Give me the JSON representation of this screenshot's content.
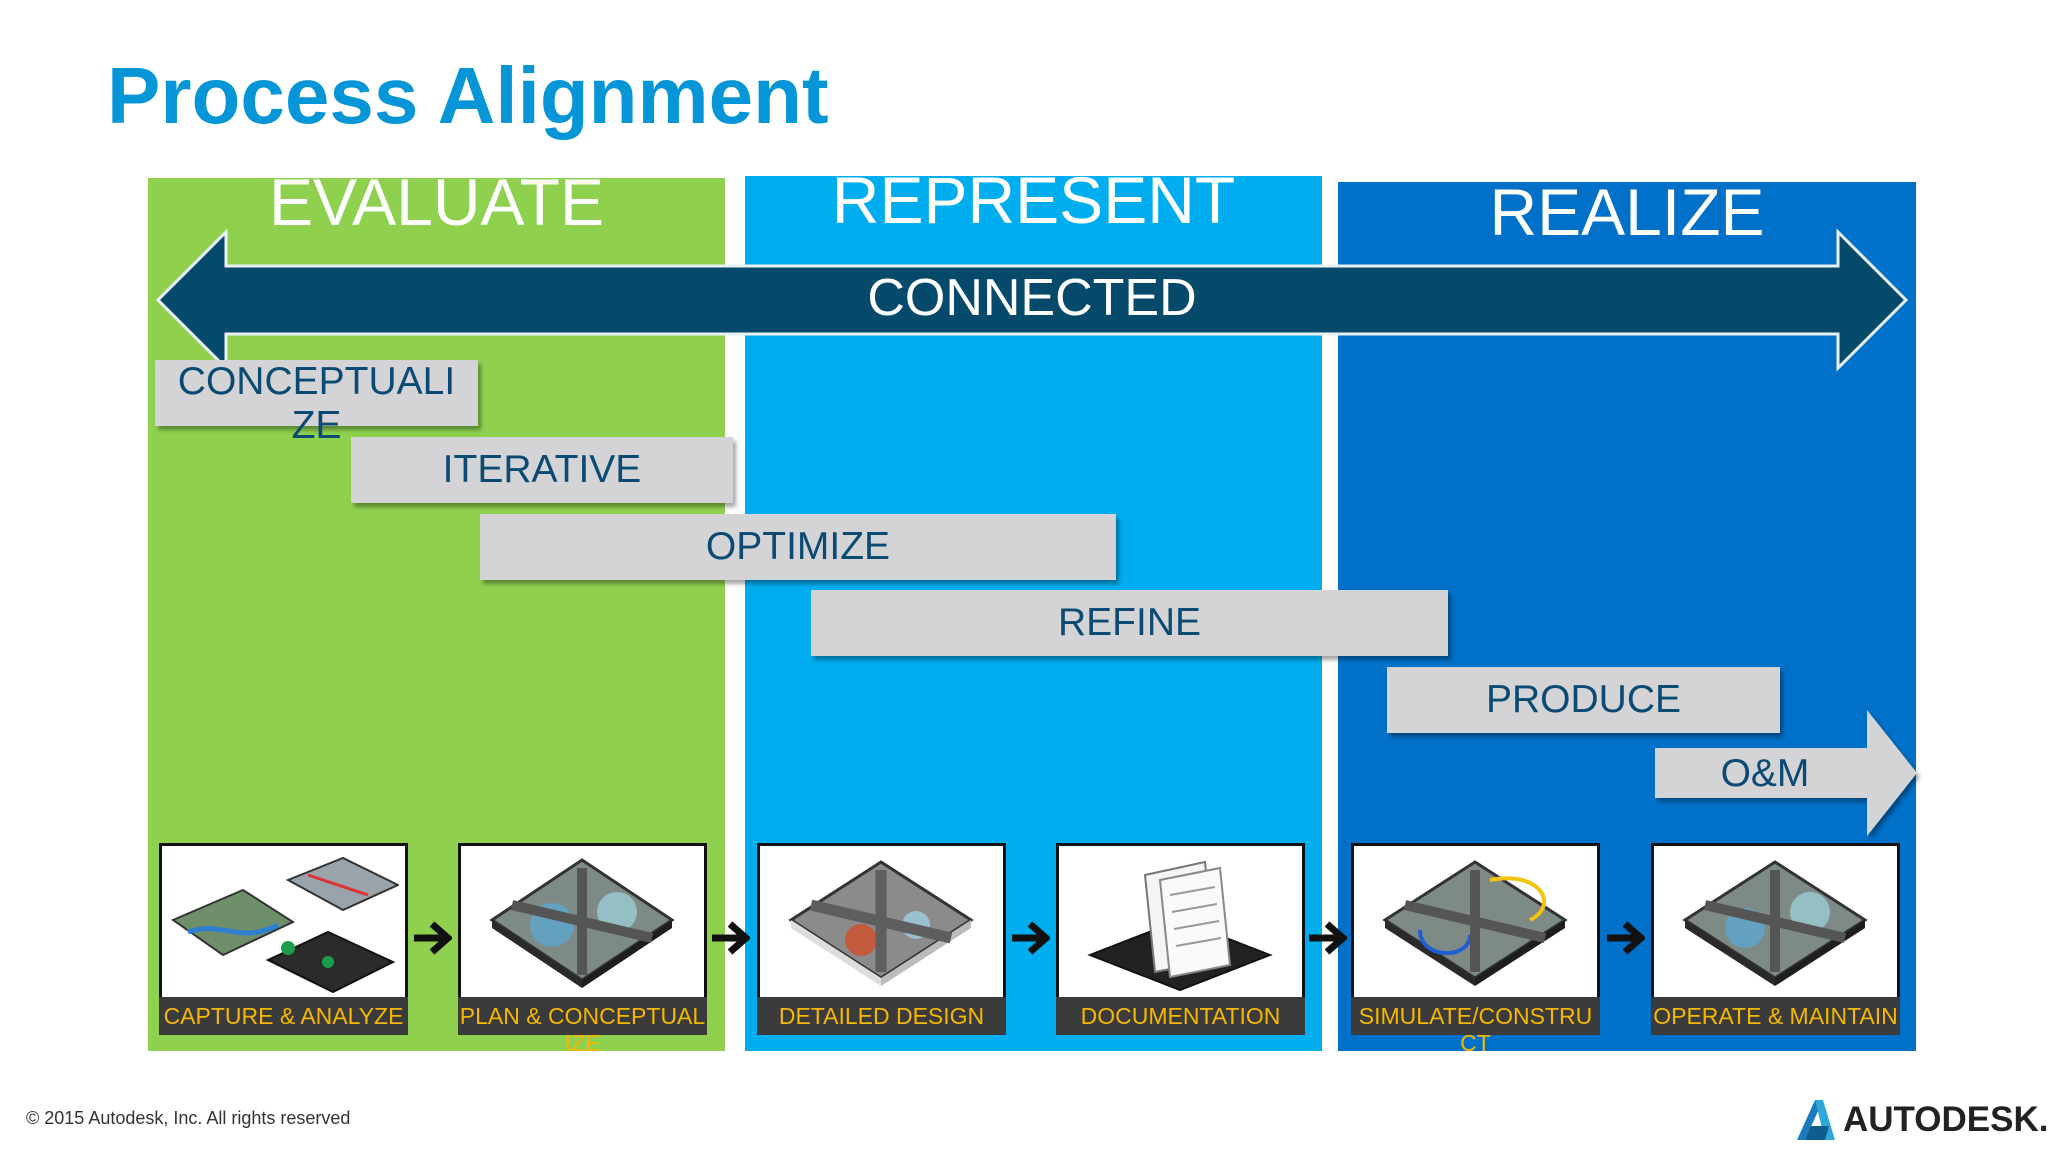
{
  "title": "Process Alignment",
  "phases": [
    {
      "label": "EVALUATE",
      "color": "#8fd14f"
    },
    {
      "label": "REPRESENT",
      "color": "#00aeef"
    },
    {
      "label": "REALIZE",
      "color": "#0070c8"
    }
  ],
  "connected": {
    "label": "CONNECTED",
    "color": "#054a6b"
  },
  "stages": [
    "CONCEPTUALIZE",
    "ITERATIVE",
    "OPTIMIZE",
    "REFINE",
    "PRODUCE",
    "O&M"
  ],
  "workflow": [
    {
      "caption": "CAPTURE & ANALYZE",
      "icon": "site-capture-icon"
    },
    {
      "caption": "PLAN & CONCEPTUALIZE",
      "icon": "interchange-plan-icon"
    },
    {
      "caption": "DETAILED DESIGN",
      "icon": "interchange-detail-icon"
    },
    {
      "caption": "DOCUMENTATION",
      "icon": "document-sheets-icon"
    },
    {
      "caption": "SIMULATE/CONSTRUCT",
      "icon": "interchange-simulate-icon"
    },
    {
      "caption": "OPERATE & MAINTAIN",
      "icon": "interchange-operate-icon"
    }
  ],
  "footer": "© 2015 Autodesk, Inc.  All rights reserved",
  "brand": {
    "name": "AUTODESK.",
    "icon": "autodesk-logo-icon"
  }
}
